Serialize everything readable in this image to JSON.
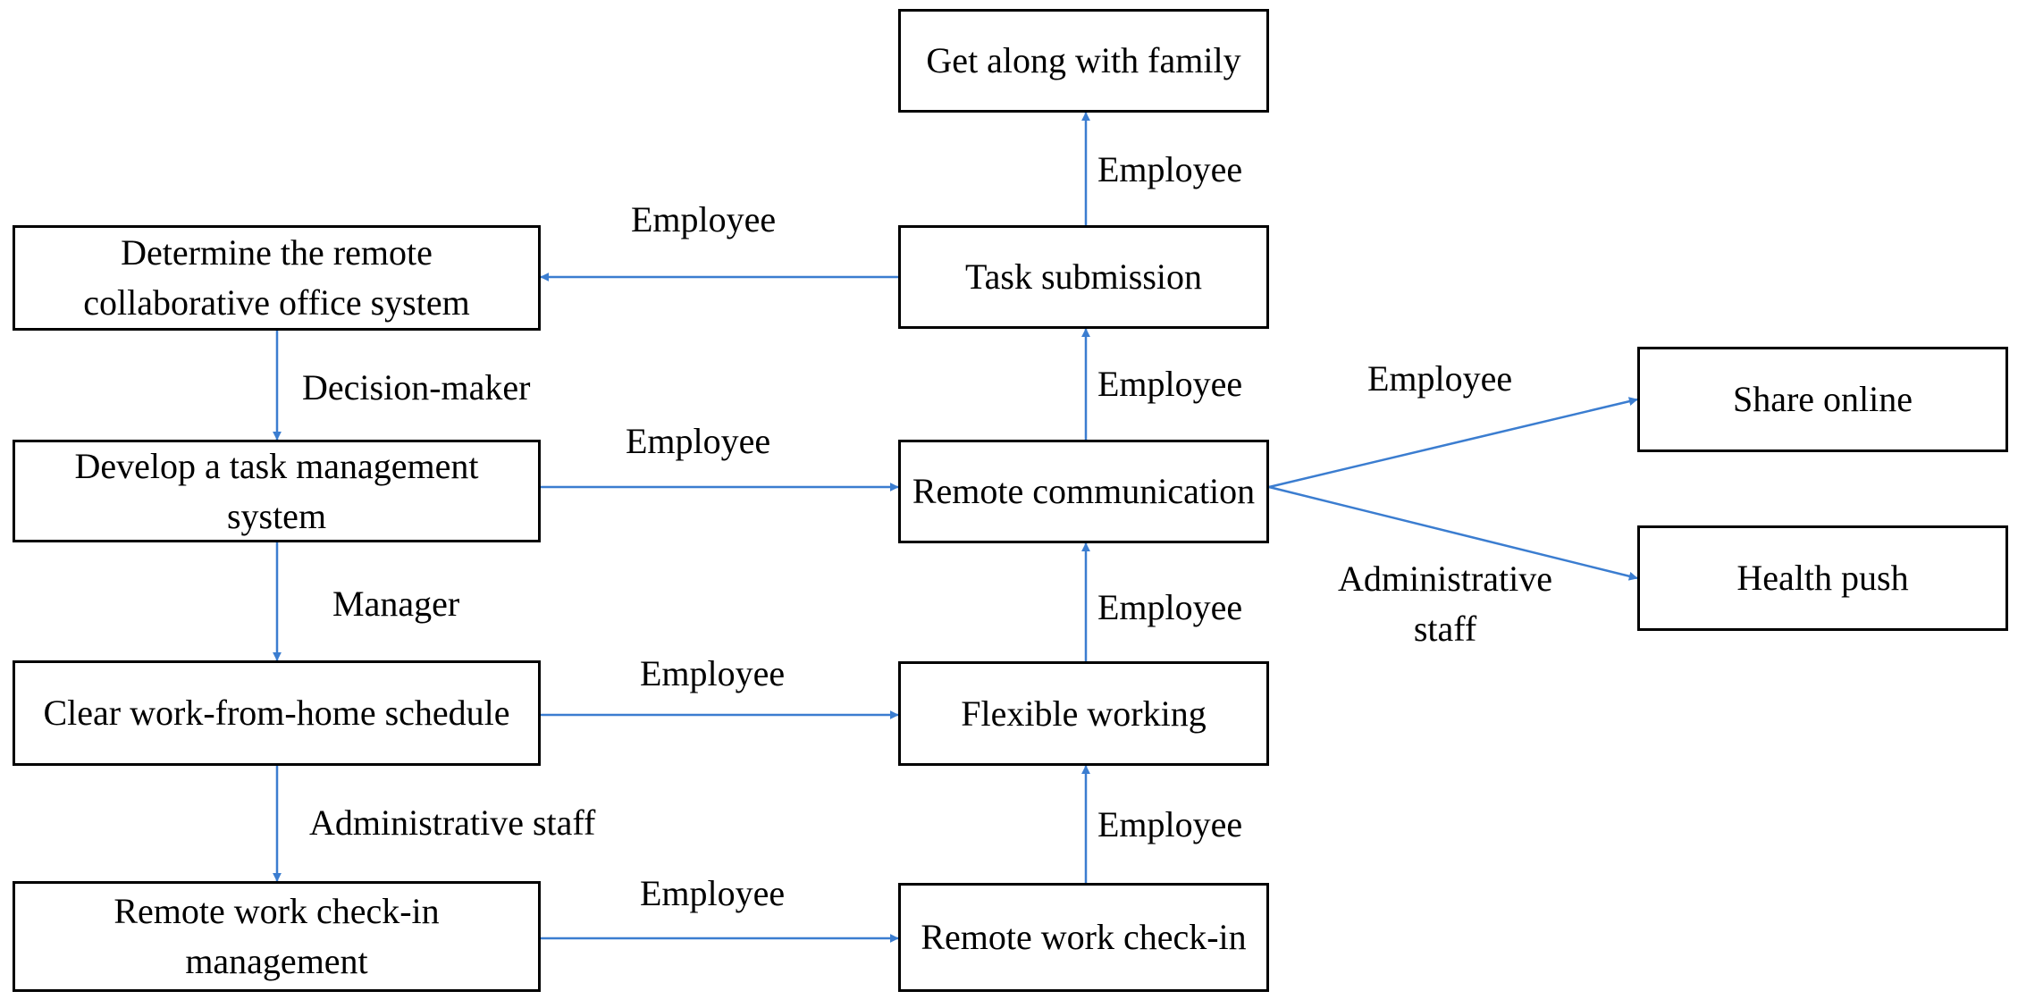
{
  "nodes": {
    "determine_system": "Determine the remote collaborative office system",
    "develop_task_mgmt": "Develop a task management system",
    "clear_schedule": "Clear work-from-home schedule",
    "checkin_mgmt": "Remote work check-in management",
    "get_along_family": "Get along with family",
    "task_submission": "Task submission",
    "remote_communication": "Remote communication",
    "flexible_working": "Flexible working",
    "remote_checkin": "Remote work check-in",
    "share_online": "Share online",
    "health_push": "Health push"
  },
  "edges": {
    "submission_to_family": "Employee",
    "submission_to_determine": "Employee",
    "determine_to_develop": "Decision-maker",
    "develop_to_communication": "Employee",
    "communication_to_submission": "Employee",
    "communication_to_share": "Employee",
    "communication_to_health": "Administrative staff",
    "develop_to_clear": "Manager",
    "clear_to_flexible": "Employee",
    "flexible_to_communication": "Employee",
    "clear_to_checkin_mgmt": "Administrative staff",
    "checkin_mgmt_to_checkin": "Employee",
    "checkin_to_flexible": "Employee"
  },
  "colors": {
    "arrow": "#3b7dd0",
    "border": "#000000"
  }
}
